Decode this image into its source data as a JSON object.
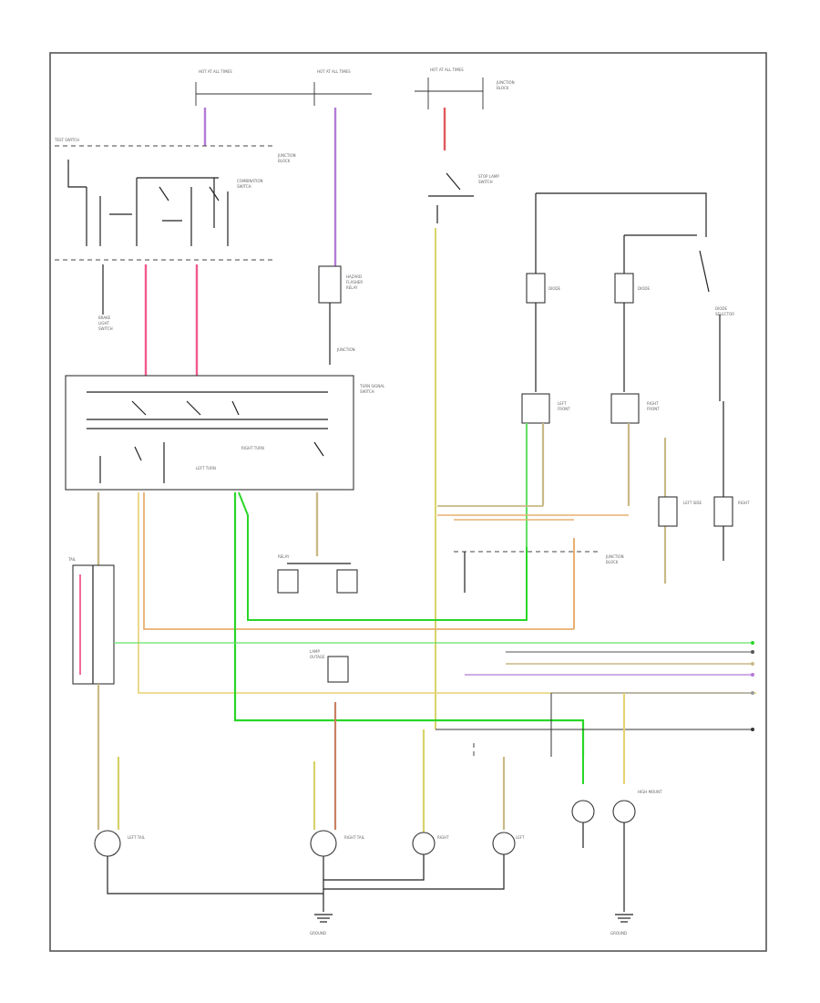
{
  "diagram": {
    "page_code": "",
    "colors": {
      "violet": "#b27ad6",
      "red": "#e0585e",
      "pink": "#f25a8a",
      "green": "#29d629",
      "light_green": "#66e06a",
      "yellow": "#d8d26a",
      "orange": "#e8b070",
      "tan": "#c9b985",
      "brown": "#9e6a3c",
      "gray": "#9a9a9a",
      "light_gray": "#c8c8c8",
      "dark": "#222222"
    },
    "connectors": [
      {
        "label": "",
        "color": "green"
      },
      {
        "label": "",
        "color": "tan"
      },
      {
        "label": "",
        "color": "violet"
      },
      {
        "label": "",
        "color": "gray"
      },
      {
        "label": "",
        "color": "light_gray"
      }
    ]
  }
}
